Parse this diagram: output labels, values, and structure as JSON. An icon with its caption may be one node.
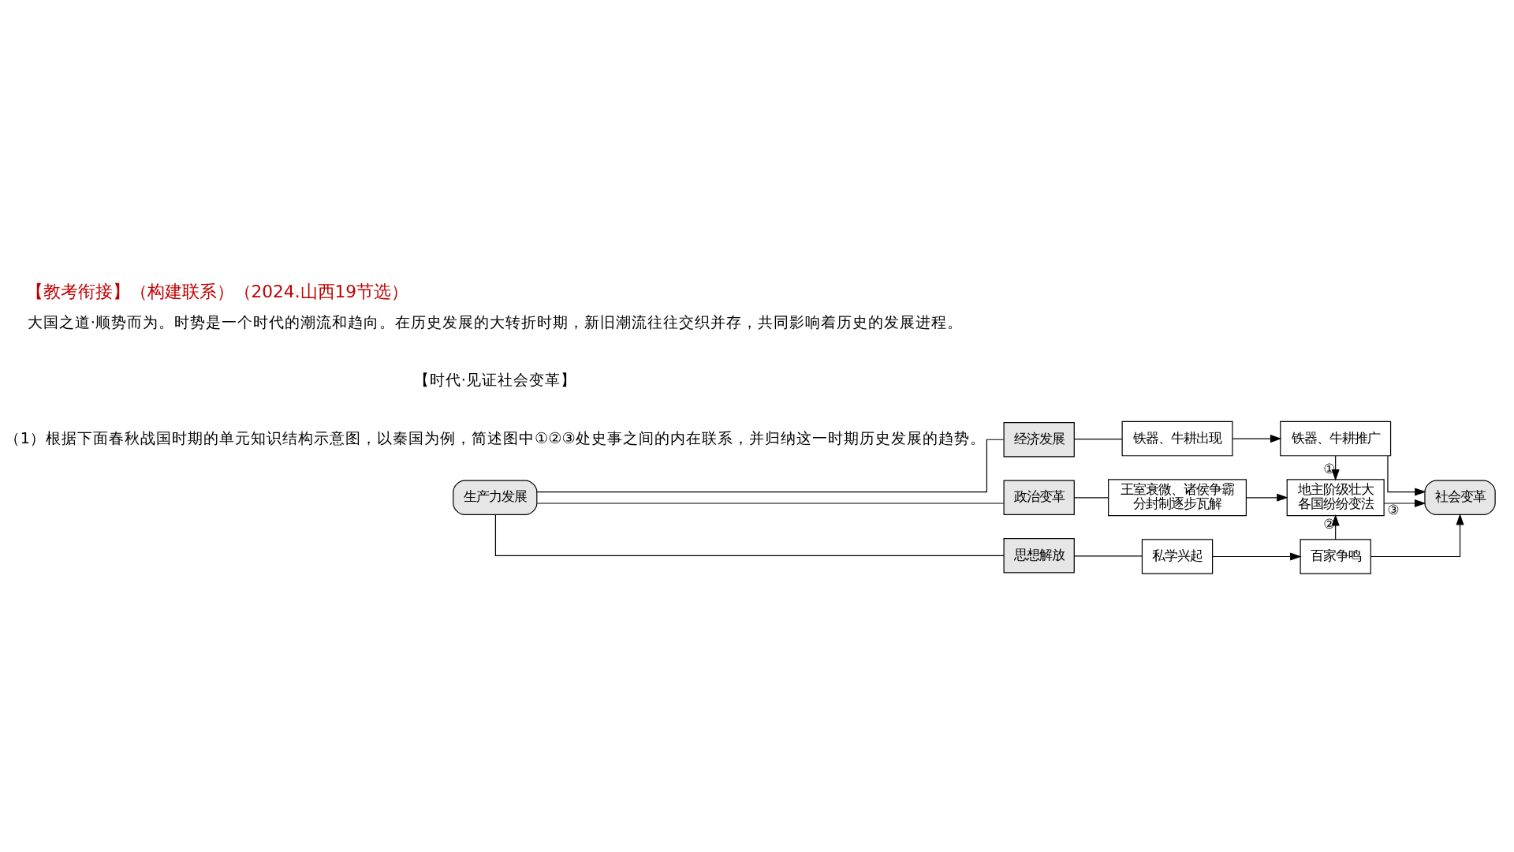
{
  "diagram": {
    "title": "【教考衔接】（构建联系）（2024.山西19节选）",
    "nodes": [
      {
        "text": [
          "生产力发展"
        ]
      },
      {
        "text": [
          "经济发展"
        ]
      },
      {
        "text": [
          "政治变革"
        ]
      },
      {
        "text": [
          "思想解放"
        ]
      },
      {
        "text": [
          "铁器、牛耕出现"
        ]
      },
      {
        "text": [
          "王室衰微、诸侯争霸",
          "分封制逐步瓦解"
        ]
      },
      {
        "text": [
          "私学兴起"
        ]
      },
      {
        "text": [
          "铁器、牛耕推广"
        ]
      },
      {
        "text": [
          "地主阶级壮大",
          "各国纷纷变法"
        ]
      },
      {
        "text": [
          "百家争鸣"
        ]
      },
      {
        "text": [
          "社会变革"
        ]
      }
    ],
    "edges": [
      {
        "from": 0,
        "to": 1,
        "arrow": "none"
      },
      {
        "from": 0,
        "to": 2,
        "arrow": "none"
      },
      {
        "from": 0,
        "to": 3,
        "arrow": "none"
      },
      {
        "from": 1,
        "to": 4,
        "arrow": "none"
      },
      {
        "from": 2,
        "to": 5,
        "arrow": "none"
      },
      {
        "from": 3,
        "to": 6,
        "arrow": "none"
      },
      {
        "from": 4,
        "to": 7,
        "arrow": "to"
      },
      {
        "from": 5,
        "to": 8,
        "arrow": "to"
      },
      {
        "from": 6,
        "to": 9,
        "arrow": "to"
      },
      {
        "from": 7,
        "to": 8,
        "arrow": "to",
        "label": "①"
      },
      {
        "from": 9,
        "to": 8,
        "arrow": "to",
        "label": "②"
      },
      {
        "from": 7,
        "to": 10,
        "arrow": "to"
      },
      {
        "from": 8,
        "to": 10,
        "arrow": "to",
        "label": "③"
      },
      {
        "from": 9,
        "to": 10,
        "arrow": "to"
      }
    ],
    "labels": [
      "大国之道·顺势而为。时势是一个时代的潮流和趋向。在历史发展的大转折时期，新旧潮流往往交织并存，共同影响着历史的发展进程。",
      "【时代·见证社会变革】",
      "（1）根据下面春秋战国时期的单元知识结构示意图，以秦国为例，简述图中①②③处史事之间的内在联系，并归纳这一时期历史发展的趋势。"
    ]
  }
}
